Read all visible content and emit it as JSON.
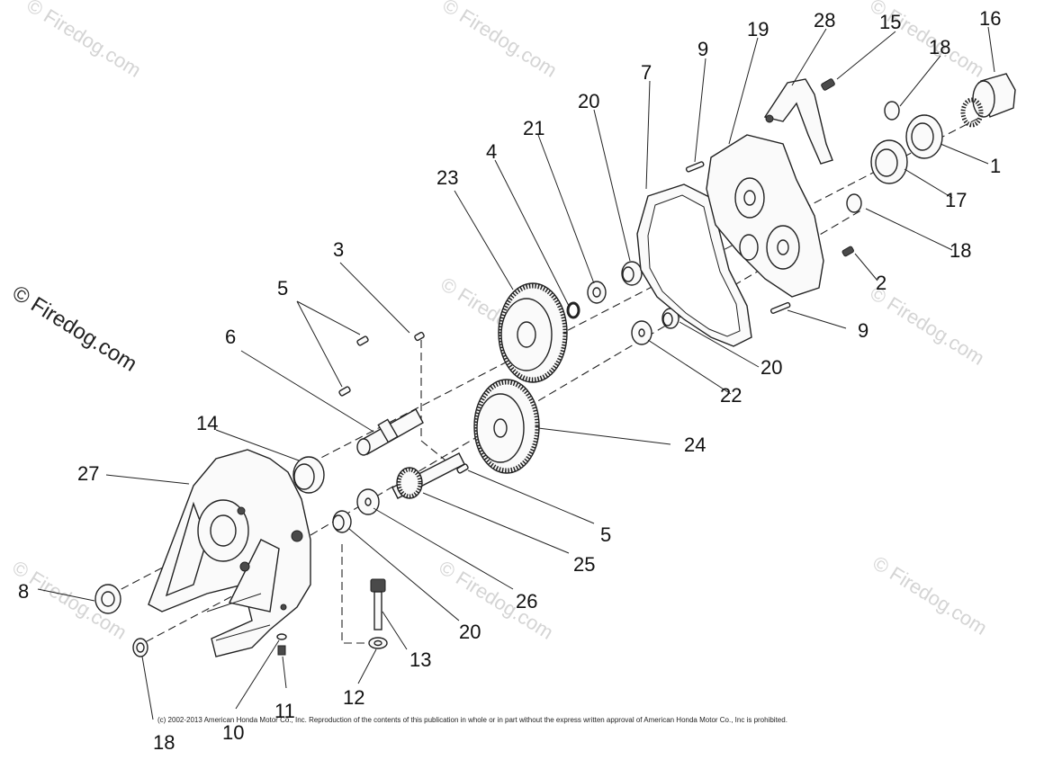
{
  "watermark": "© Firedog.com",
  "copyright": "(c) 2002-2013 American Honda Motor Co., Inc. Reproduction of the contents of this publication in whole or in part without the express written approval of American Honda Motor Co., Inc is prohibited.",
  "callouts": {
    "n1": "1",
    "n2": "2",
    "n3": "3",
    "n4": "4",
    "n5a": "5",
    "n5b": "5",
    "n6": "6",
    "n7": "7",
    "n8": "8",
    "n9a": "9",
    "n9b": "9",
    "n10": "10",
    "n11": "11",
    "n12": "12",
    "n13": "13",
    "n14": "14",
    "n15": "15",
    "n16": "16",
    "n17": "17",
    "n18a": "18",
    "n18b": "18",
    "n18c": "18",
    "n19": "19",
    "n20a": "20",
    "n20b": "20",
    "n20c": "20",
    "n21": "21",
    "n22": "22",
    "n23": "23",
    "n24": "24",
    "n25": "25",
    "n26": "26",
    "n27": "27",
    "n28": "28"
  }
}
